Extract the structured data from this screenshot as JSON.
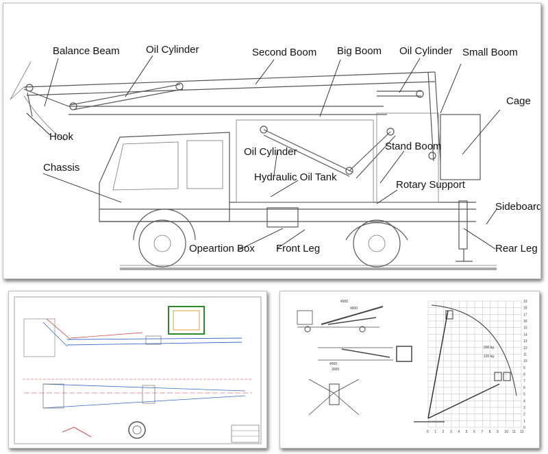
{
  "main_diagram": {
    "labels": {
      "balance_beam": "Balance Beam",
      "oil_cylinder_1": "Oil Cylinder",
      "second_boom": "Second Boom",
      "big_boom": "Big Boom",
      "oil_cylinder_2": "Oil Cylinder",
      "small_boom": "Small Boom",
      "cage": "Cage",
      "hook": "Hook",
      "chassis": "Chassis",
      "oil_cylinder_3": "Oil Cylinder",
      "stand_boom": "Stand Boom",
      "hydraulic_oil_tank": "Hydraulic Oil Tank",
      "rotary_support": "Rotary Support",
      "sideboard": "Sideboard",
      "operation_box": "Opeartion Box",
      "front_leg": "Front Leg",
      "rear_leg": "Rear Leg"
    }
  },
  "spec_chart": {
    "x_ticks": [
      "0",
      "1",
      "2",
      "3",
      "4",
      "5",
      "6",
      "7",
      "8",
      "9",
      "10",
      "11",
      "12"
    ],
    "y_ticks": [
      "0",
      "1",
      "2",
      "3",
      "4",
      "5",
      "6",
      "7",
      "8",
      "9",
      "10",
      "11",
      "12",
      "13",
      "14",
      "15",
      "16",
      "17",
      "18",
      "19"
    ],
    "load_labels": [
      "200 kg",
      "120 kg"
    ],
    "dimensions": [
      "4900",
      "4900",
      "3000",
      "4900"
    ]
  }
}
